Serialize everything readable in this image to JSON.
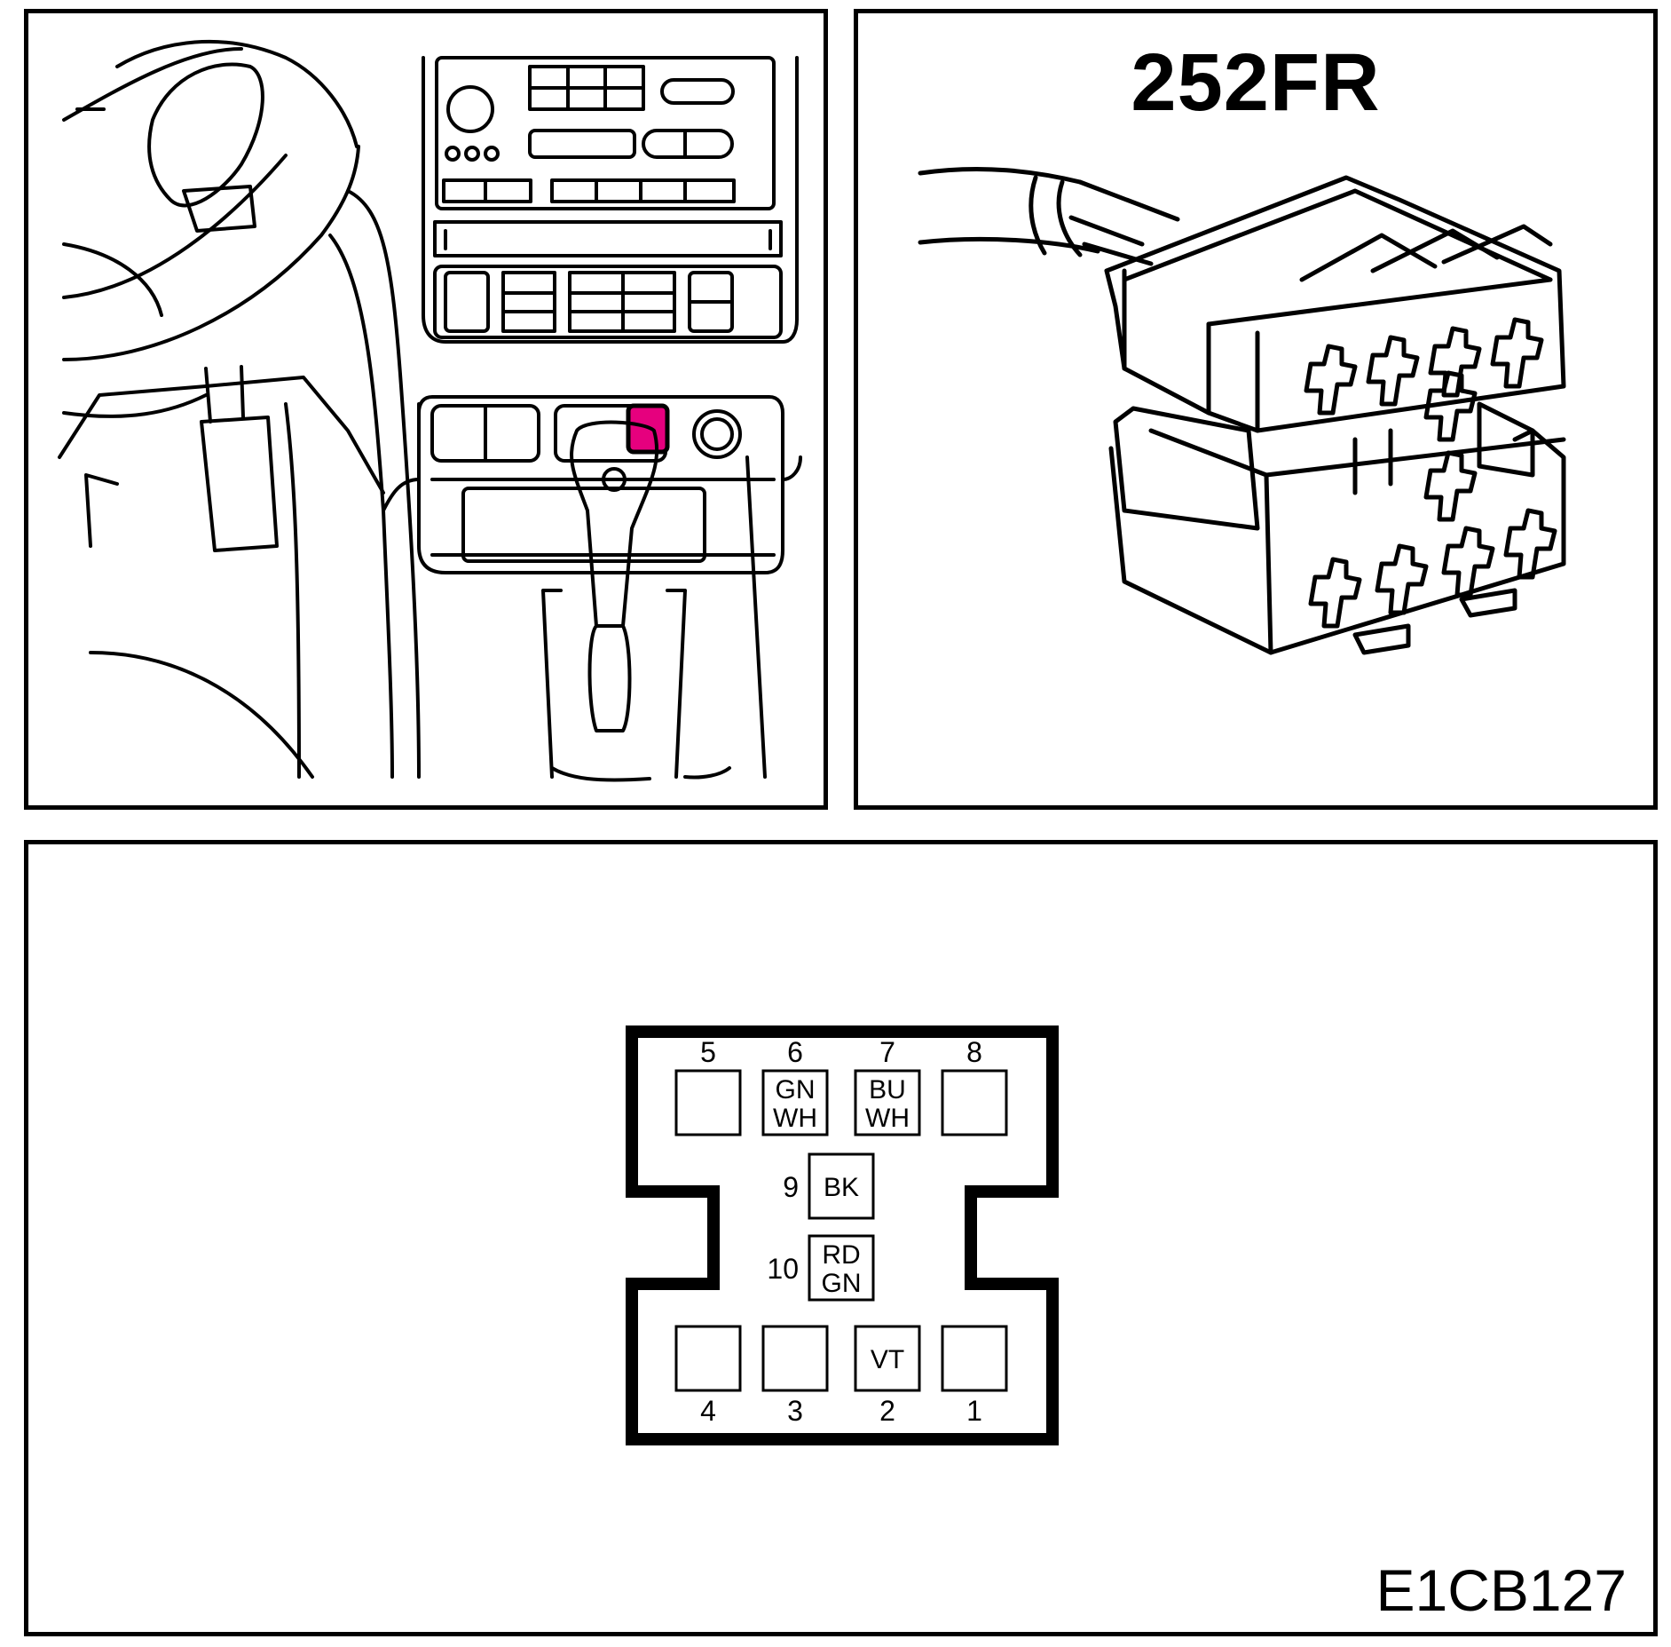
{
  "connector": {
    "name": "252FR",
    "highlight_color": "#e6007e"
  },
  "figure_code": "E1CB127",
  "pins": [
    {
      "num": "1",
      "wire": []
    },
    {
      "num": "2",
      "wire": [
        "VT"
      ]
    },
    {
      "num": "3",
      "wire": []
    },
    {
      "num": "4",
      "wire": []
    },
    {
      "num": "5",
      "wire": []
    },
    {
      "num": "6",
      "wire": [
        "GN",
        "WH"
      ]
    },
    {
      "num": "7",
      "wire": [
        "BU",
        "WH"
      ]
    },
    {
      "num": "8",
      "wire": []
    },
    {
      "num": "9",
      "wire": [
        "BK"
      ]
    },
    {
      "num": "10",
      "wire": [
        "RD",
        "GN"
      ]
    }
  ]
}
